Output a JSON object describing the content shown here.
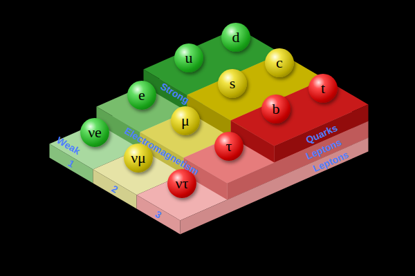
{
  "diagram": {
    "nodes": [
      {
        "text": [
          "d"
        ]
      },
      {
        "text": [
          "u"
        ]
      },
      {
        "text": [
          "c"
        ]
      },
      {
        "text": [
          "s"
        ]
      },
      {
        "text": [
          "t"
        ]
      },
      {
        "text": [
          "e"
        ]
      },
      {
        "text": [
          "b"
        ]
      },
      {
        "text": [
          "μ"
        ]
      },
      {
        "text": [
          "νe"
        ]
      },
      {
        "text": [
          "τ"
        ]
      },
      {
        "text": [
          "νμ"
        ]
      },
      {
        "text": [
          "ντ"
        ]
      }
    ],
    "labels": [
      "Strong",
      "Electromagnetism",
      "Weak",
      "Quarks",
      "Leptons",
      "Leptons",
      "1",
      "2",
      "3"
    ]
  }
}
